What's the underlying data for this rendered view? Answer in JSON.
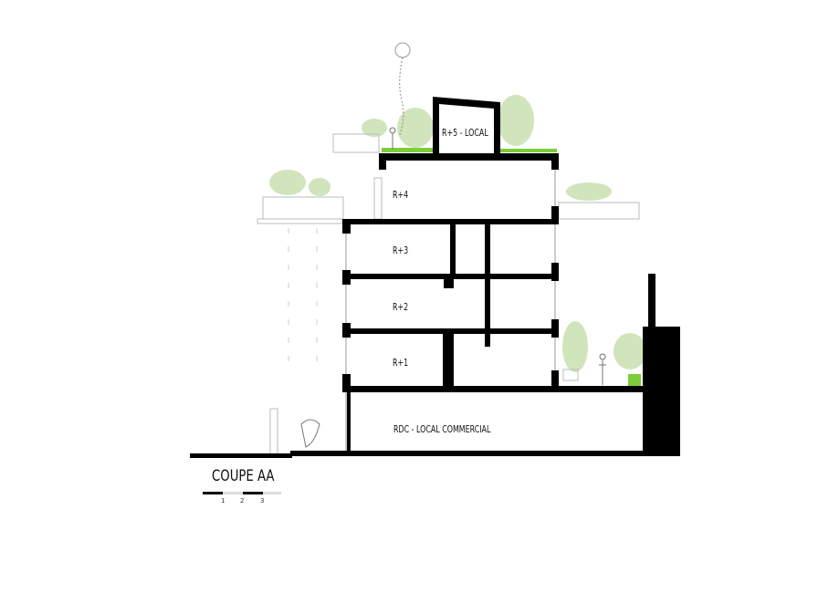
{
  "drawing": {
    "title": "COUPE AA",
    "scale_ticks": [
      "1",
      "2",
      "3"
    ],
    "levels": [
      {
        "id": "r5",
        "label": "R+5 - LOCAL"
      },
      {
        "id": "r4",
        "label": "R+4"
      },
      {
        "id": "r3",
        "label": "R+3"
      },
      {
        "id": "r2",
        "label": "R+2"
      },
      {
        "id": "r1",
        "label": "R+1"
      },
      {
        "id": "rdc",
        "label": "RDC - LOCAL COMMERCIAL"
      }
    ]
  },
  "colors": {
    "structure": "#000000",
    "vegetation": "#b9d99a",
    "grass": "#7ccd3c"
  }
}
